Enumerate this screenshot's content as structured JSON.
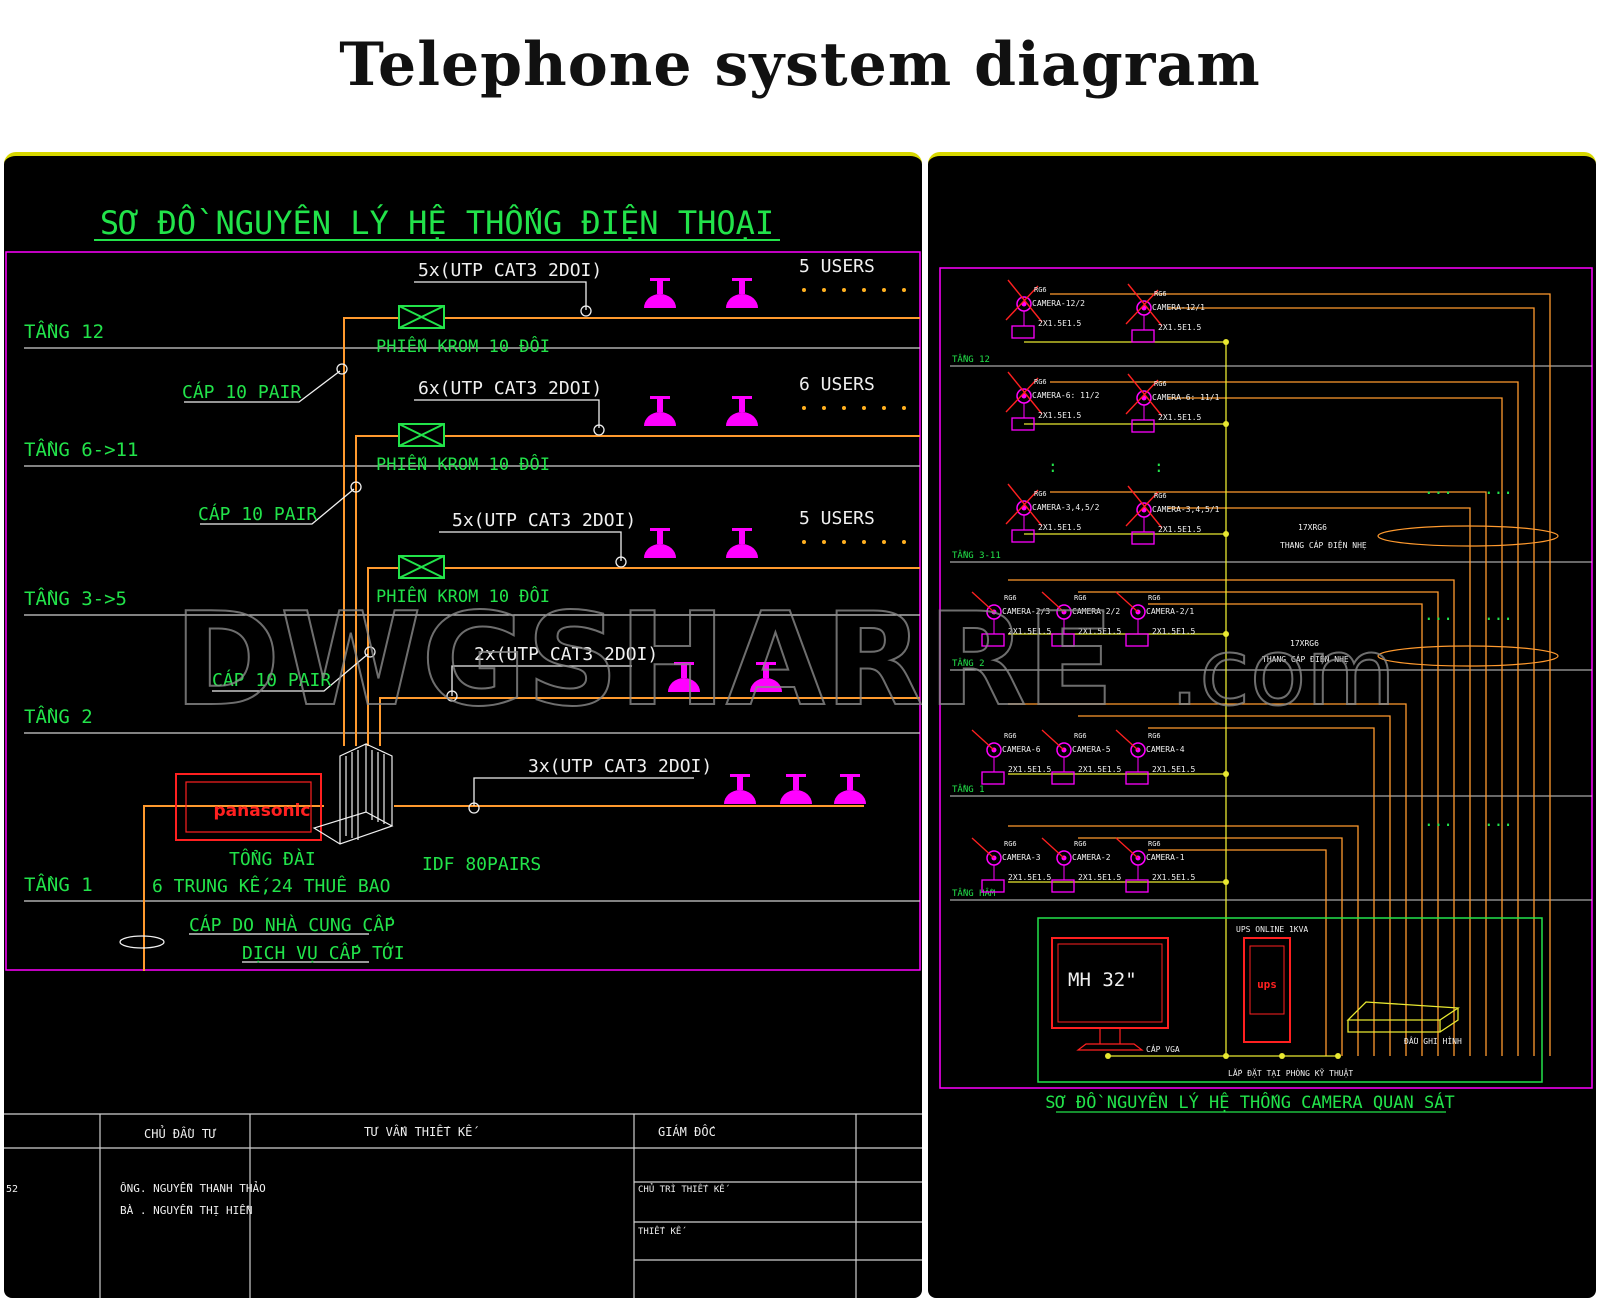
{
  "page_title": "Telephone system diagram",
  "watermark": "DWGSHARE",
  "watermark_suffix": ".com",
  "colors": {
    "green": "#22e34a",
    "yellow": "#e8e830",
    "orange": "#ff9a2e",
    "magenta": "#ff00ff",
    "red": "#ff2020",
    "white": "#f0f0f0",
    "blue": "#4fb0ff"
  },
  "left": {
    "title": "SƠ ĐỒ NGUYÊN LÝ HỆ THỐNG ĐIỆN THOẠI",
    "floors": [
      "TẦNG 12",
      "TẦNG 6->11",
      "TẦNG 3->5",
      "TẦNG 2",
      "TẦNG 1"
    ],
    "cables": [
      "5x(UTP CAT3 2DOI)",
      "6x(UTP CAT3 2DOI)",
      "5x(UTP CAT3 2DOI)",
      "2x(UTP CAT3 2DOI)",
      "3x(UTP CAT3 2DOI)"
    ],
    "users": [
      "5 USERS",
      "6 USERS",
      "5 USERS"
    ],
    "krom": "PHIẾN KROM 10 ĐÔI",
    "pair": "CÁP 10 PAIR",
    "pbx_brand": "panasonic",
    "pbx_label": "TỔNG ĐÀI",
    "pbx_detail": "6 TRUNG KẾ,24 THUÊ BAO",
    "idf": "IDF 80PAIRS",
    "provider_1": "CÁP DO NHÀ CUNG CẤP",
    "provider_2": "DỊCH VỤ CẤP TỚI",
    "tb_owner": "CHỦ ĐẦU TƯ",
    "tb_consult": "TƯ VẤN THIẾT KẾ",
    "tb_director": "GIÁM ĐỐC",
    "tb_num": "52",
    "tb_person1": "ÔNG. NGUYỄN THANH THẢO",
    "tb_person2": "BÀ . NGUYỄN THỊ HIỀN",
    "tb_lead": "CHỦ TRÌ THIẾT KẾ",
    "tb_design": "THIẾT KẾ"
  },
  "right": {
    "title": "SƠ ĐỒ NGUYÊN LÝ HỆ THỐNG CAMERA QUAN SÁT",
    "floors": [
      "TẦNG 12",
      "TẦNG 3-11",
      "TẦNG 2",
      "TẦNG 1",
      "TẦNG HẦM"
    ],
    "rg6": "RG6",
    "cable": "2X1.5E1.5",
    "cameras": [
      "CAMERA-12/2",
      "CAMERA-12/1",
      "CAMERA-6: 11/2",
      "CAMERA-6: 11/1",
      "CAMERA-3,4,5/2",
      "CAMERA-3,4,5/1",
      "CAMERA-2/3",
      "CAMERA-2/2",
      "CAMERA-2/1",
      "CAMERA-6",
      "CAMERA-5",
      "CAMERA-4",
      "CAMERA-3",
      "CAMERA-2",
      "CAMERA-1"
    ],
    "tray_count_1": "17XRG6",
    "tray_count_2": "17XRG6",
    "tray": "THANG CÁP ĐIỆN NHẸ",
    "monitor": "MH 32\"",
    "ups_label": "UPS ONLINE 1KVA",
    "ups": "ups",
    "vga": "CÁP VGA",
    "recorder": "ĐẦU GHI HÌNH",
    "install": "LẮP ĐẶT TẠI PHÒNG KỸ THUẬT",
    "dots": "...",
    "vdots": ":"
  }
}
